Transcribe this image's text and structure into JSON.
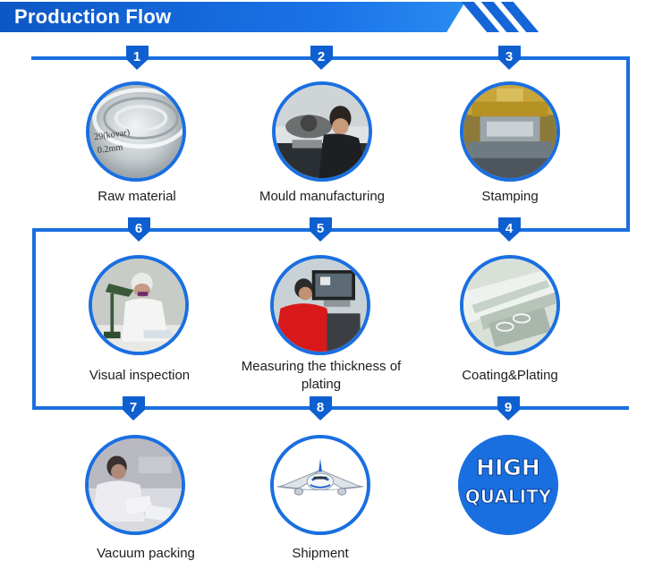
{
  "header": {
    "title": "Production Flow"
  },
  "colors": {
    "brand_blue": "#1a6fe0",
    "dark_blue": "#0d57c4"
  },
  "steps": [
    {
      "number": "1",
      "label": "Raw material",
      "icon": "kovar-strip-photo"
    },
    {
      "number": "2",
      "label": "Mould manufacturing",
      "icon": "worker-machining-photo"
    },
    {
      "number": "3",
      "label": "Stamping",
      "icon": "stamping-press-photo"
    },
    {
      "number": "4",
      "label": "Coating&Plating",
      "icon": "plating-line-photo"
    },
    {
      "number": "5",
      "label": "Measuring the thickness of plating",
      "icon": "measuring-worker-photo"
    },
    {
      "number": "6",
      "label": "Visual inspection",
      "icon": "inspection-worker-photo"
    },
    {
      "number": "7",
      "label": "Vacuum packing",
      "icon": "packing-worker-photo"
    },
    {
      "number": "8",
      "label": "Shipment",
      "icon": "airplane-photo"
    },
    {
      "number": "9",
      "label": "",
      "icon": "high-quality-badge"
    }
  ],
  "raw_photo_text": {
    "line1": "29(kovar)",
    "line2": "0.2mm"
  },
  "badge": {
    "line1": "HIGH",
    "line2": "QUALITY"
  }
}
